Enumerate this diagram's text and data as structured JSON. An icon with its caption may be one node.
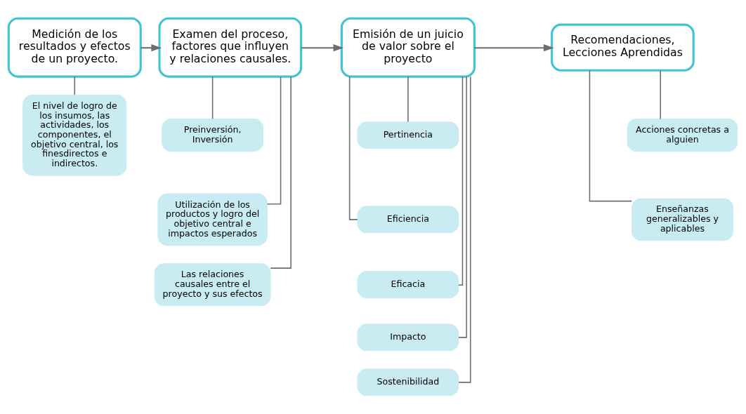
{
  "diagram": {
    "nodes": [
      {
        "text": [
          "Medición de los resultados y efectos de un proyecto."
        ]
      },
      {
        "text": [
          "Examen del proceso, factores que influyen y relaciones causales."
        ]
      },
      {
        "text": [
          "Emisión de un juicio de valor sobre el proyecto"
        ]
      },
      {
        "text": [
          "Recomendaciones, Lecciones Aprendidas"
        ]
      },
      {
        "text": [
          "El nivel de logro de los insumos, las actividades, los componentes, el objetivo central, los finesdirectos e indirectos."
        ]
      },
      {
        "text": [
          "Preinversión, Inversión"
        ]
      },
      {
        "text": [
          "Utilización de los productos y logro del objetivo central e impactos esperados"
        ]
      },
      {
        "text": [
          "Las relaciones causales entre el proyecto y sus efectos"
        ]
      },
      {
        "text": [
          "Pertinencia"
        ]
      },
      {
        "text": [
          "Eficiencia"
        ]
      },
      {
        "text": [
          "Eficacia"
        ]
      },
      {
        "text": [
          "Impacto"
        ]
      },
      {
        "text": [
          "Sostenibilidad"
        ]
      },
      {
        "text": [
          "Acciones concretas a alguien"
        ]
      },
      {
        "text": [
          "Enseñanzas generalizables y aplicables"
        ]
      }
    ],
    "edges": [
      {
        "from": 0,
        "to": 1,
        "arrow": "to"
      },
      {
        "from": 1,
        "to": 2,
        "arrow": "to"
      },
      {
        "from": 2,
        "to": 3,
        "arrow": "to"
      },
      {
        "from": 0,
        "to": 4,
        "arrow": "none"
      },
      {
        "from": 1,
        "to": 5,
        "arrow": "none"
      },
      {
        "from": 1,
        "to": 6,
        "arrow": "none"
      },
      {
        "from": 1,
        "to": 7,
        "arrow": "none"
      },
      {
        "from": 2,
        "to": 8,
        "arrow": "none"
      },
      {
        "from": 2,
        "to": 9,
        "arrow": "none"
      },
      {
        "from": 2,
        "to": 10,
        "arrow": "none"
      },
      {
        "from": 2,
        "to": 11,
        "arrow": "none"
      },
      {
        "from": 2,
        "to": 12,
        "arrow": "none"
      },
      {
        "from": 3,
        "to": 13,
        "arrow": "none"
      },
      {
        "from": 3,
        "to": 14,
        "arrow": "none"
      }
    ]
  }
}
